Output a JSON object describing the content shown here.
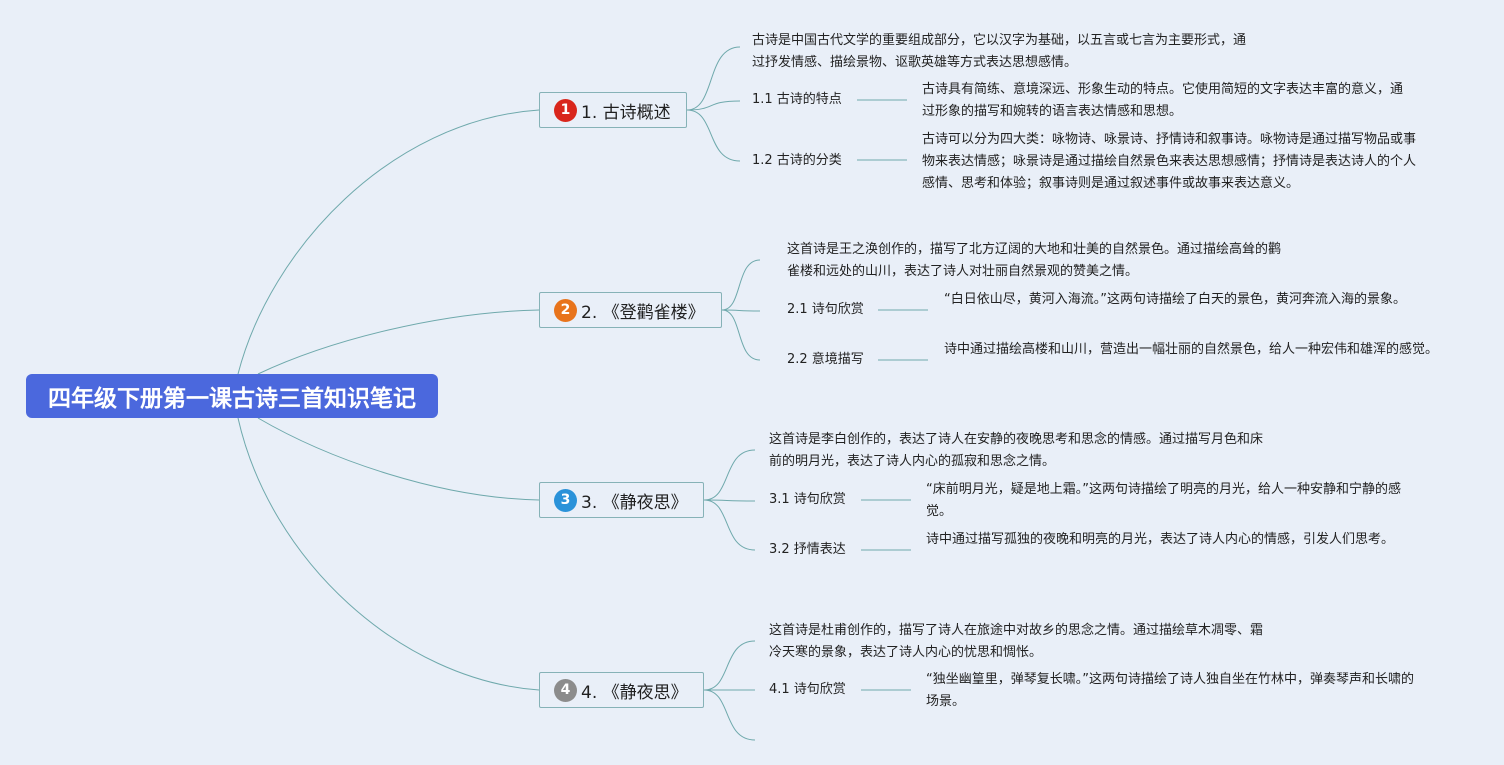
{
  "root": {
    "title": "四年级下册第一课古诗三首知识笔记"
  },
  "colors": {
    "root_bg": "#4b68dd",
    "line": "#6fa9ac",
    "badge_1": "#d9261c",
    "badge_2": "#e8741c",
    "badge_3": "#2a92d9",
    "badge_4": "#8c8c8c"
  },
  "topics": [
    {
      "number": "1",
      "title": "1. 古诗概述",
      "summary": "古诗是中国古代文学的重要组成部分，它以汉字为基础，以五言或七言为主要形式，通过抒发情感、描绘景物、讴歌英雄等方式表达思想感情。",
      "subs": [
        {
          "label": "1.1 古诗的特点",
          "text": "古诗具有简练、意境深远、形象生动的特点。它使用简短的文字表达丰富的意义，通过形象的描写和婉转的语言表达情感和思想。"
        },
        {
          "label": "1.2 古诗的分类",
          "text": "古诗可以分为四大类：咏物诗、咏景诗、抒情诗和叙事诗。咏物诗是通过描写物品或事物来表达情感；咏景诗是通过描绘自然景色来表达思想感情；抒情诗是表达诗人的个人感情、思考和体验；叙事诗则是通过叙述事件或故事来表达意义。"
        }
      ]
    },
    {
      "number": "2",
      "title": "2. 《登鹳雀楼》",
      "summary": "这首诗是王之涣创作的，描写了北方辽阔的大地和壮美的自然景色。通过描绘高耸的鹳雀楼和远处的山川，表达了诗人对壮丽自然景观的赞美之情。",
      "subs": [
        {
          "label": "2.1 诗句欣赏",
          "text": "“白日依山尽，黄河入海流。”这两句诗描绘了白天的景色，黄河奔流入海的景象。"
        },
        {
          "label": "2.2 意境描写",
          "text": "诗中通过描绘高楼和山川，营造出一幅壮丽的自然景色，给人一种宏伟和雄浑的感觉。"
        }
      ]
    },
    {
      "number": "3",
      "title": "3. 《静夜思》",
      "summary": "这首诗是李白创作的，表达了诗人在安静的夜晚思考和思念的情感。通过描写月色和床前的明月光，表达了诗人内心的孤寂和思念之情。",
      "subs": [
        {
          "label": "3.1 诗句欣赏",
          "text": "“床前明月光，疑是地上霜。”这两句诗描绘了明亮的月光，给人一种安静和宁静的感觉。"
        },
        {
          "label": "3.2 抒情表达",
          "text": "诗中通过描写孤独的夜晚和明亮的月光，表达了诗人内心的情感，引发人们思考。"
        }
      ]
    },
    {
      "number": "4",
      "title": "4. 《静夜思》",
      "summary": "这首诗是杜甫创作的，描写了诗人在旅途中对故乡的思念之情。通过描绘草木凋零、霜冷天寒的景象，表达了诗人内心的忧思和惆怅。",
      "subs": [
        {
          "label": "4.1 诗句欣赏",
          "text": "“独坐幽篁里，弹琴复长啸。”这两句诗描绘了诗人独自坐在竹林中，弹奏琴声和长啸的场景。"
        }
      ]
    }
  ]
}
